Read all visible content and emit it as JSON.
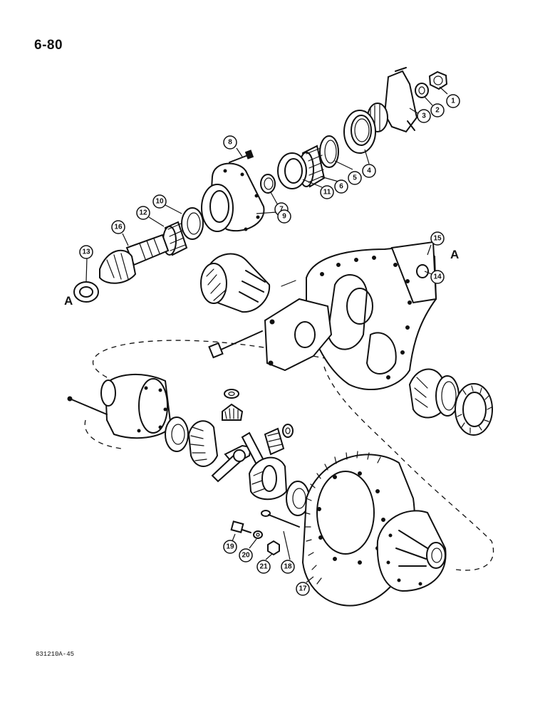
{
  "page": {
    "page_number": "6-80",
    "figure_code": "831210A-45"
  },
  "reference_marks": {
    "left": "A",
    "right": "A"
  },
  "callouts": [
    "1",
    "2",
    "3",
    "4",
    "5",
    "6",
    "7",
    "8",
    "9",
    "10",
    "11",
    "12",
    "13",
    "14",
    "15",
    "16",
    "17",
    "18",
    "19",
    "20",
    "21"
  ]
}
